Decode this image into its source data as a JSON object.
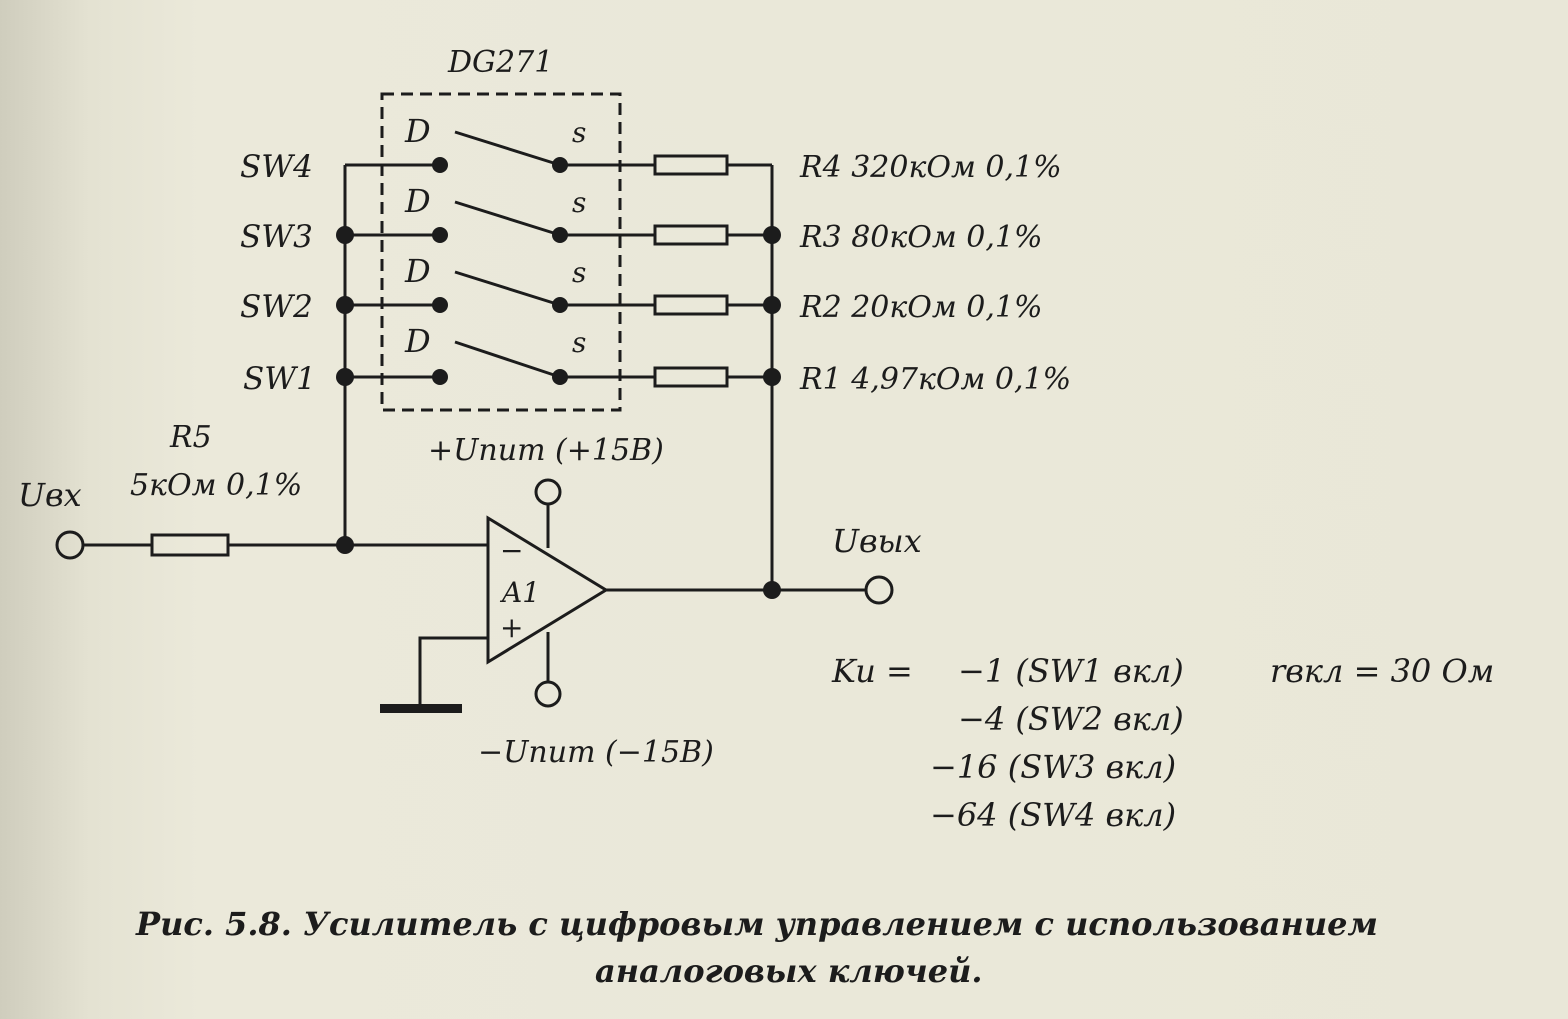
{
  "chip": {
    "name": "DG271",
    "pin_d": "D",
    "pin_s": "s"
  },
  "switches": [
    {
      "sw": "SW4",
      "resistor": "R4 320кОм  0,1%"
    },
    {
      "sw": "SW3",
      "resistor": "R3 80кОм  0,1%"
    },
    {
      "sw": "SW2",
      "resistor": "R2 20кОм  0,1%"
    },
    {
      "sw": "SW1",
      "resistor": "R1 4,97кОм  0,1%"
    }
  ],
  "input": {
    "label": "Uвх",
    "r_name": "R5",
    "r_value": "5кОм  0,1%"
  },
  "amp": {
    "name": "A1",
    "minus": "−",
    "plus": "+"
  },
  "supply": {
    "positive": "+Uпит  (+15В)",
    "negative": "−Uпит  (−15В)"
  },
  "output": {
    "label": "Uвых"
  },
  "gain": {
    "lead": "Ku  =",
    "rows": [
      "−1  (SW1  вкл)",
      "−4  (SW2  вкл)",
      "−16  (SW3  вкл)",
      "−64  (SW4  вкл)"
    ],
    "r_on": "rвкл  =  30  Ом"
  },
  "caption": {
    "line1": "Рис.  5.8.  Усилитель  с  цифровым  управлением  с  использованием",
    "line2": "аналоговых  ключей."
  }
}
